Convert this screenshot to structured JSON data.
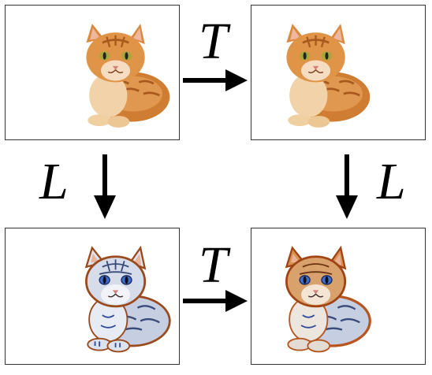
{
  "operators": {
    "transform": "T",
    "map": "L"
  },
  "panels": {
    "top_left": "orange-tabby-cat-photo",
    "top_right": "orange-tabby-cat-photo-shifted",
    "bottom_left": "stylized-silver-cat",
    "bottom_right": "stylized-orange-silver-cat"
  },
  "colors": {
    "ink": "#000000",
    "frame": "#333333",
    "orange_fur": "#d98a3e",
    "silver_fur": "#c9d2e6",
    "outline": "#8a3a12"
  }
}
